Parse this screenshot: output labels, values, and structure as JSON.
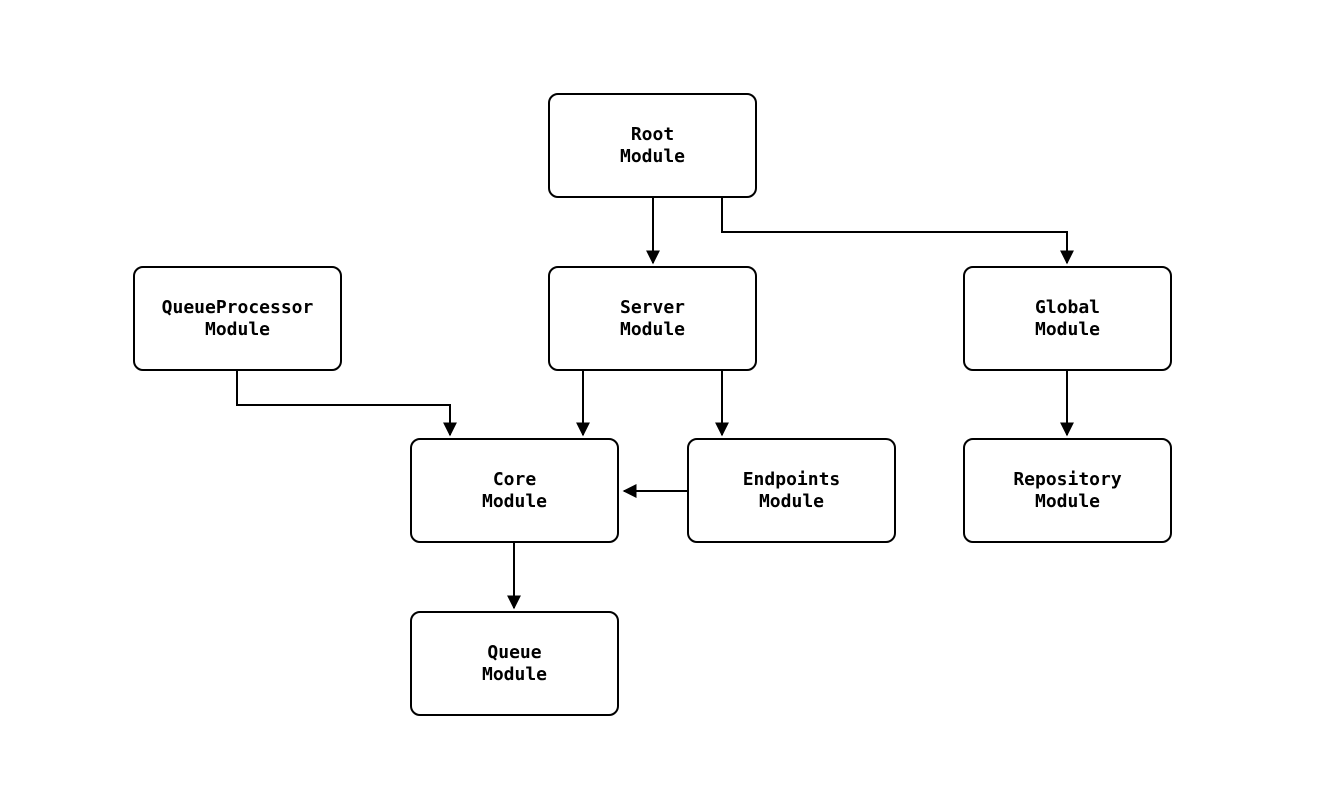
{
  "diagram": {
    "type": "flowchart",
    "background": "#ffffff",
    "node_style": {
      "fill": "#ffffff",
      "border_color": "#000000",
      "text_color": "#000000"
    },
    "edge_color": "#000000",
    "nodes": {
      "root": {
        "label": "Root\nModule"
      },
      "server": {
        "label": "Server\nModule"
      },
      "queueprocessor": {
        "label": "QueueProcessor\nModule"
      },
      "global": {
        "label": "Global\nModule"
      },
      "core": {
        "label": "Core\nModule"
      },
      "endpoints": {
        "label": "Endpoints\nModule"
      },
      "repository": {
        "label": "Repository\nModule"
      },
      "queue": {
        "label": "Queue\nModule"
      }
    },
    "edges": [
      {
        "from": "Root Module",
        "to": "Server Module"
      },
      {
        "from": "Root Module",
        "to": "Global Module"
      },
      {
        "from": "QueueProcessor Module",
        "to": "Core Module"
      },
      {
        "from": "Server Module",
        "to": "Core Module"
      },
      {
        "from": "Server Module",
        "to": "Endpoints Module"
      },
      {
        "from": "Endpoints Module",
        "to": "Core Module"
      },
      {
        "from": "Global Module",
        "to": "Repository Module"
      },
      {
        "from": "Core Module",
        "to": "Queue Module"
      }
    ]
  }
}
